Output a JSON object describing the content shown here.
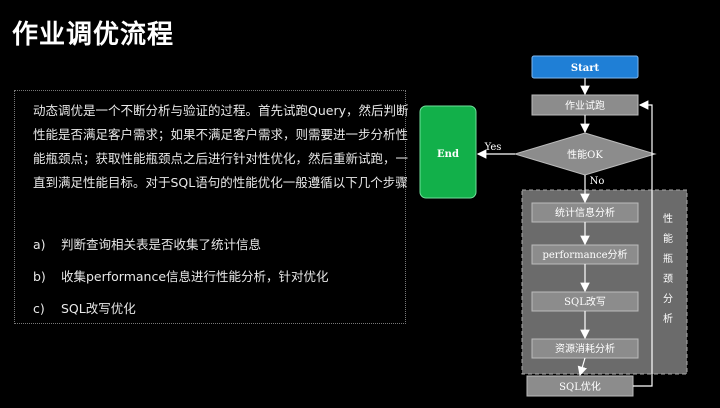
{
  "title": "作业调优流程",
  "description": "动态调优是一个不断分析与验证的过程。首先试跑Query，然后判断性能是否满足客户需求；如果不满足客户需求，则需要进一步分析性能瓶颈点；获取性能瓶颈点之后进行针对性优化，然后重新试跑，一直到满足性能目标。对于SQL语句的性能优化一般遵循以下几个步骤",
  "steps": [
    {
      "marker": "a)",
      "text": "判断查询相关表是否收集了统计信息"
    },
    {
      "marker": "b)",
      "text": "收集performance信息进行性能分析，针对优化"
    },
    {
      "marker": "c)",
      "text": "SQL改写优化"
    }
  ],
  "flowchart": {
    "start": "Start",
    "trial_run": "作业试跑",
    "decision": "性能OK",
    "yes_label": "Yes",
    "no_label": "No",
    "end": "End",
    "analysis": [
      "统计信息分析",
      "performance分析",
      "SQL改写",
      "资源消耗分析"
    ],
    "bottleneck_label": [
      "性",
      "能",
      "瓶",
      "颈",
      "分",
      "析"
    ],
    "sql_optimize": "SQL优化"
  },
  "colors": {
    "start_fill": "#1f7fd6",
    "end_fill": "#12b04a",
    "box_fill": "#8c8c8c",
    "group_fill": "#6b6b6b"
  }
}
